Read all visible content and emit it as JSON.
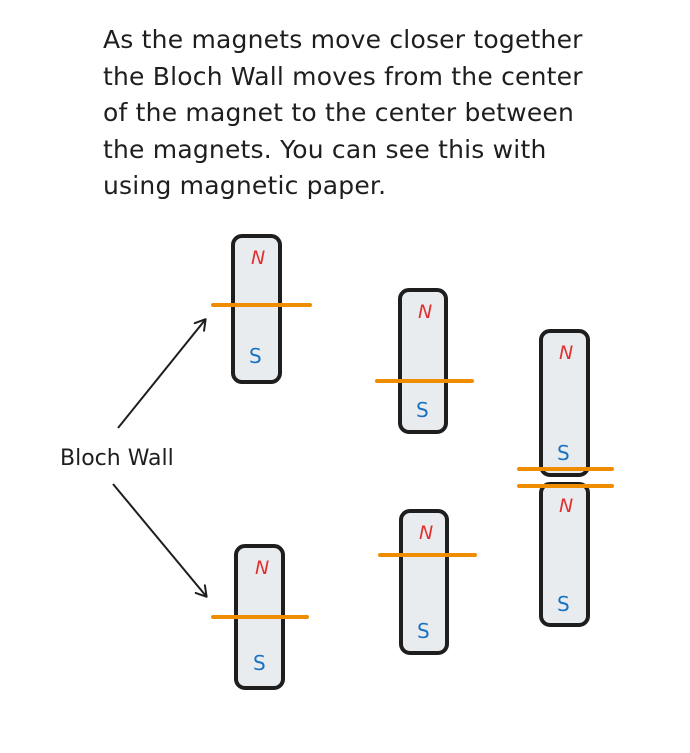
{
  "caption": {
    "lines": [
      "As the magnets move closer together",
      "the Bloch Wall moves from the center",
      "of the magnet to the center between",
      "the magnets. You can see this with",
      "using magnetic paper."
    ]
  },
  "label": "Bloch Wall",
  "poles": {
    "north": "N",
    "south": "S"
  },
  "colors": {
    "magnet_fill": "#e9ecef",
    "magnet_stroke": "#1e1e1e",
    "bloch_wall": "#f08c00",
    "north_text": "#e03131",
    "south_text": "#1971c2",
    "arrow": "#1e1e1e"
  }
}
